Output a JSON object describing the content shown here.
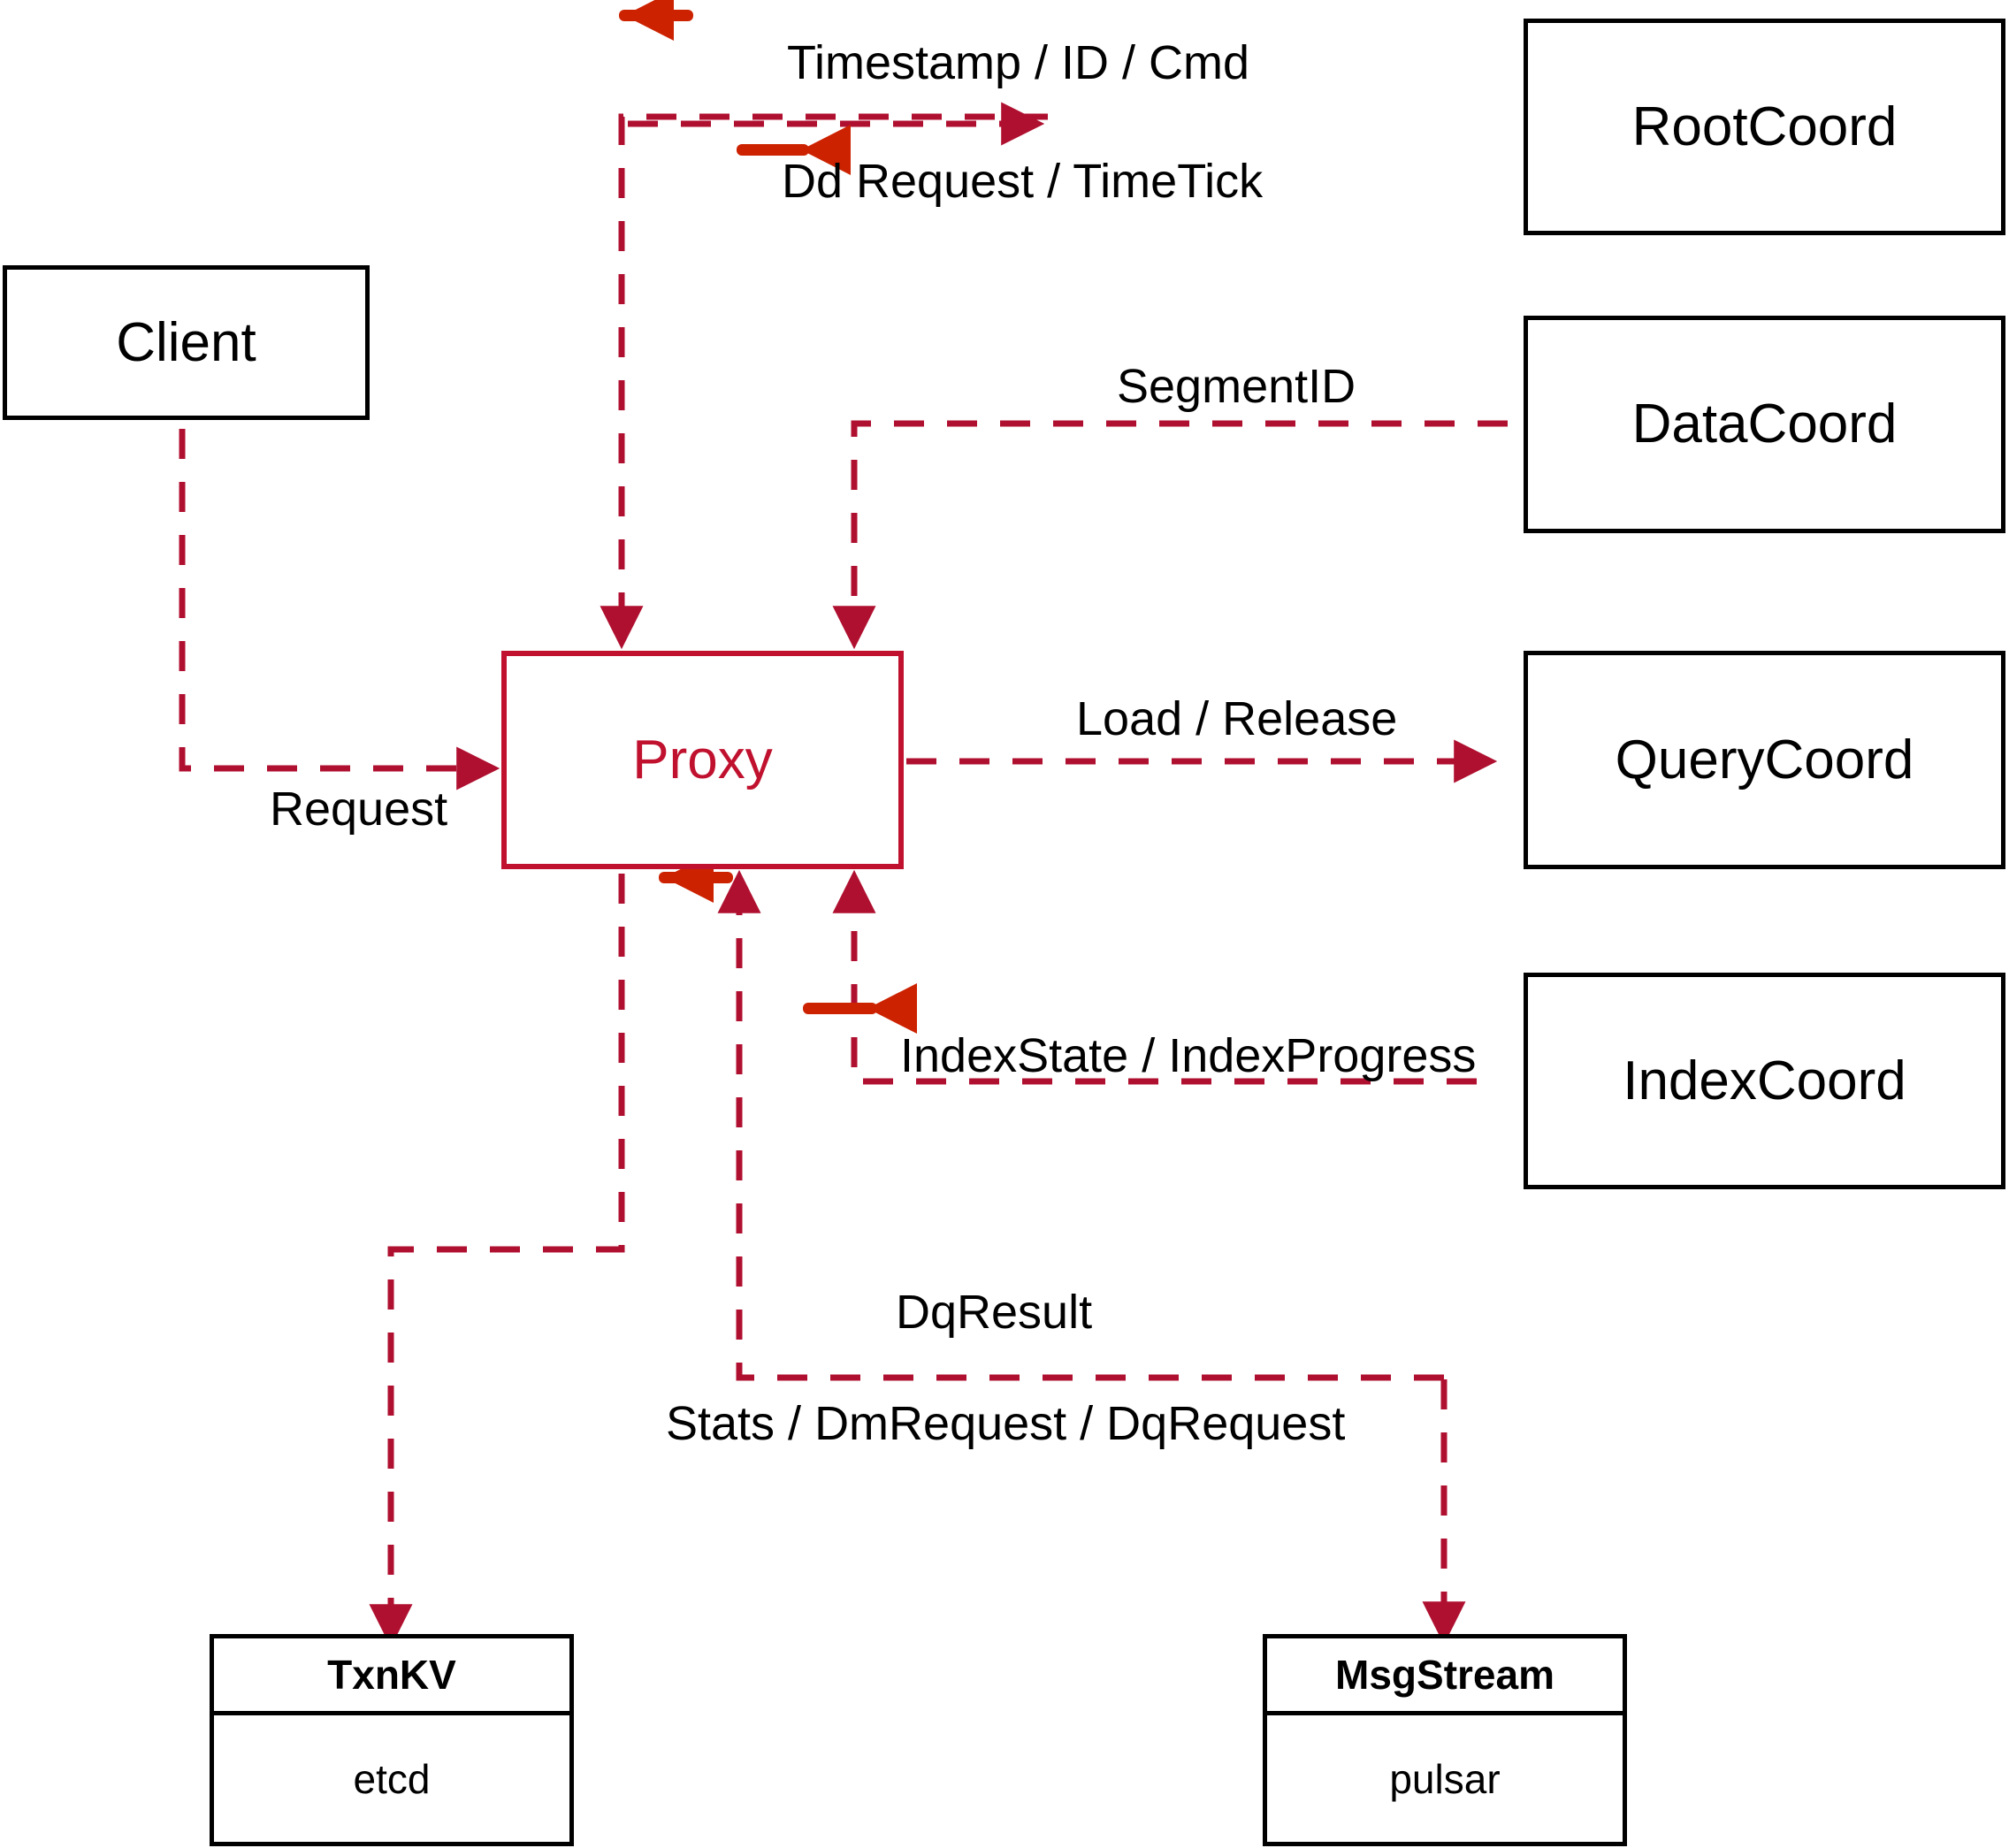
{
  "diagram": {
    "title": "Milvus Proxy interaction diagram",
    "colors": {
      "connector": "#B01030",
      "proxy": "#C0122F",
      "arrow_legend": "#CC2200",
      "node_border": "#000000",
      "background": "#FFFFFF"
    },
    "nodes": [
      {
        "id": "client",
        "label": "Client",
        "style": "black-box"
      },
      {
        "id": "proxy",
        "label": "Proxy",
        "style": "red-box"
      },
      {
        "id": "rootcoord",
        "label": "RootCoord",
        "style": "black-box"
      },
      {
        "id": "datacoord",
        "label": "DataCoord",
        "style": "black-box"
      },
      {
        "id": "querycoord",
        "label": "QueryCoord",
        "style": "black-box"
      },
      {
        "id": "indexcoord",
        "label": "IndexCoord",
        "style": "black-box"
      }
    ],
    "component_nodes": [
      {
        "id": "txnkv",
        "header": "TxnKV",
        "body": "etcd"
      },
      {
        "id": "msgstream",
        "header": "MsgStream",
        "body": "pulsar"
      }
    ],
    "edge_labels": [
      {
        "id": "l-timestamp",
        "text": "Timestamp / ID / Cmd",
        "direction": "left"
      },
      {
        "id": "l-ddrequest",
        "text": "Dd Request / TimeTick",
        "direction": "right"
      },
      {
        "id": "l-segmentid",
        "text": "SegmentID",
        "direction": "left"
      },
      {
        "id": "l-request",
        "text": "Request",
        "direction": "right"
      },
      {
        "id": "l-load",
        "text": "Load / Release",
        "direction": "right"
      },
      {
        "id": "l-indexstate",
        "text": "IndexState / IndexProgress",
        "direction": "left"
      },
      {
        "id": "l-dqresult",
        "text": "DqResult",
        "direction": "left"
      },
      {
        "id": "l-stats",
        "text": "Stats / DmRequest / DqRequest",
        "direction": "right"
      }
    ]
  }
}
